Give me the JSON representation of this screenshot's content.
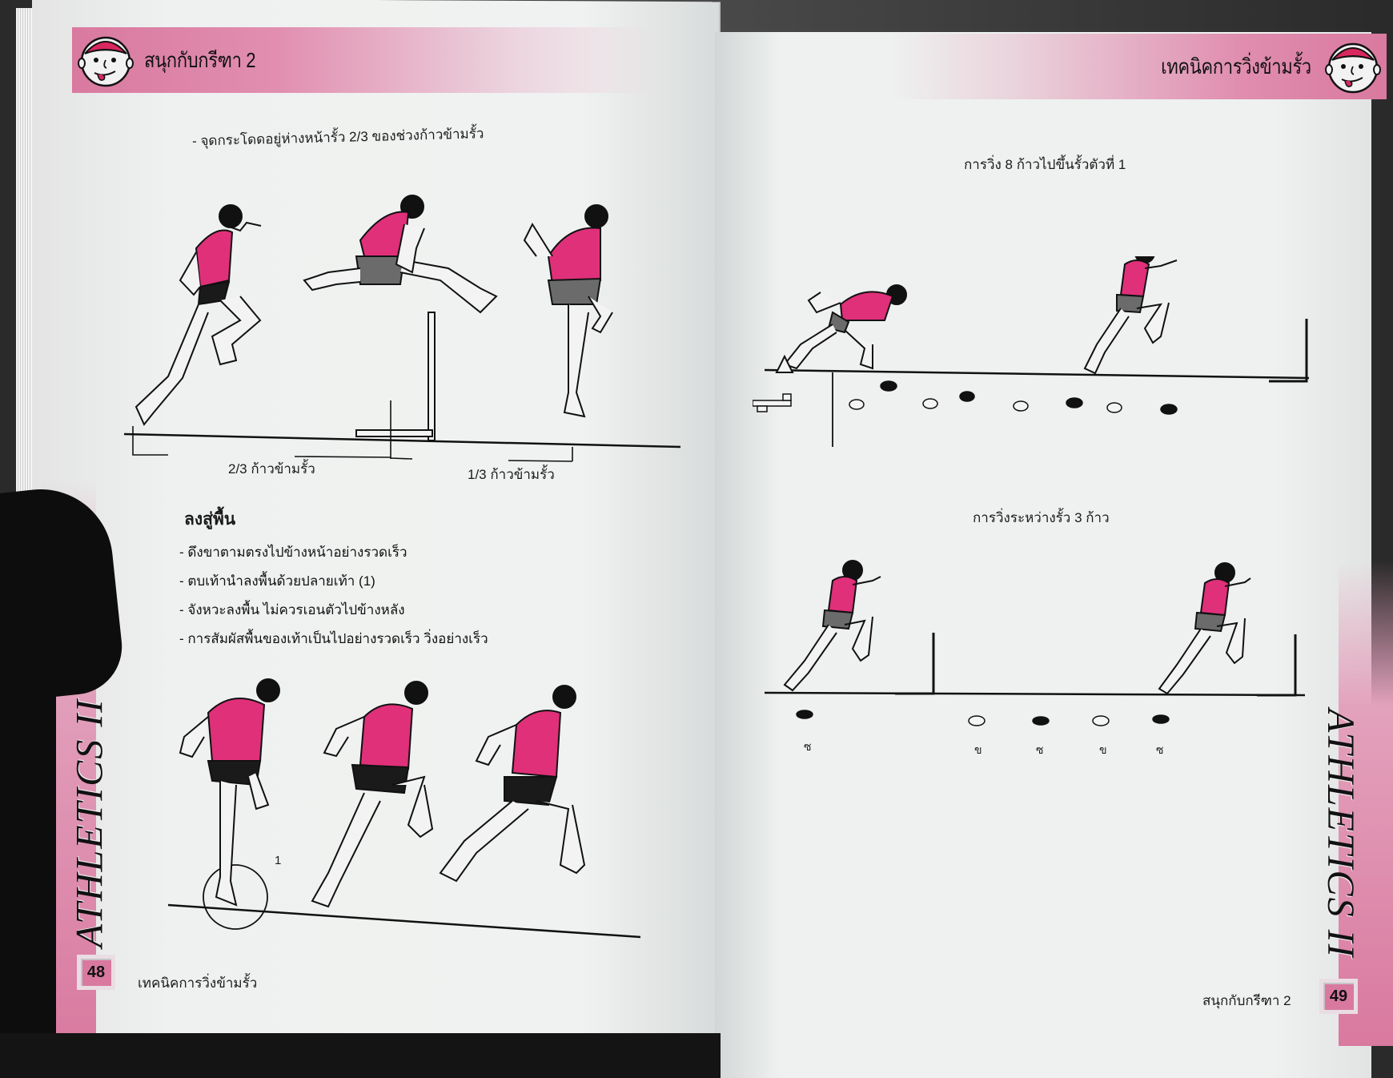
{
  "book": {
    "series_title": "สนุกกับกรีฑา 2",
    "chapter_title": "เทคนิคการวิ่งข้ามรั้ว",
    "spine_label": "ATHLETICS II",
    "colors": {
      "accent_pink": "#d9799f",
      "vest_pink": "#e0307a",
      "shorts_gray": "#6b6b6b",
      "paper": "#eef1f0"
    }
  },
  "left_page": {
    "header": {
      "title": "สนุกกับกรีฑา 2",
      "icon": "cartoon-face-icon"
    },
    "intro_bullet": "- จุดกระโดดอยู่ห่างหน้ารั้ว 2/3 ของช่วงก้าวข้ามรั้ว",
    "figure_top": {
      "description": "Three-phase hurdle clearance illustration",
      "measure_left": "2/3 ก้าวข้ามรั้ว",
      "measure_right": "1/3 ก้าวข้ามรั้ว"
    },
    "section": {
      "heading": "ลงสู่พื้น",
      "bullets": [
        "- ดึงขาตามตรงไปข้างหน้าอย่างรวดเร็ว",
        "- ตบเท้านำลงพื้นด้วยปลายเท้า (1)",
        "- จังหวะลงพื้น ไม่ควรเอนตัวไปข้างหลัง",
        "- การสัมผัสพื้นของเท้าเป็นไปอย่างรวดเร็ว วิ่งอย่างเร็ว"
      ]
    },
    "figure_bottom": {
      "marker_label": "1"
    },
    "footer": {
      "page_number": "48",
      "running_title": "เทคนิคการวิ่งข้ามรั้ว"
    },
    "spine_label": "ATHLETICS II"
  },
  "right_page": {
    "header": {
      "title": "เทคนิคการวิ่งข้ามรั้ว",
      "icon": "cartoon-face-icon"
    },
    "figure_top": {
      "caption": "การวิ่ง 8 ก้าวไปขึ้นรั้วตัวที่ 1"
    },
    "figure_bottom": {
      "caption": "การวิ่งระหว่างรั้ว 3 ก้าว",
      "foot_labels": [
        "ซ",
        "ข",
        "ซ",
        "ข",
        "ซ"
      ]
    },
    "footer": {
      "page_number": "49",
      "running_title": "สนุกกับกรีฑา 2"
    },
    "spine_label": "ATHLETICS II"
  }
}
